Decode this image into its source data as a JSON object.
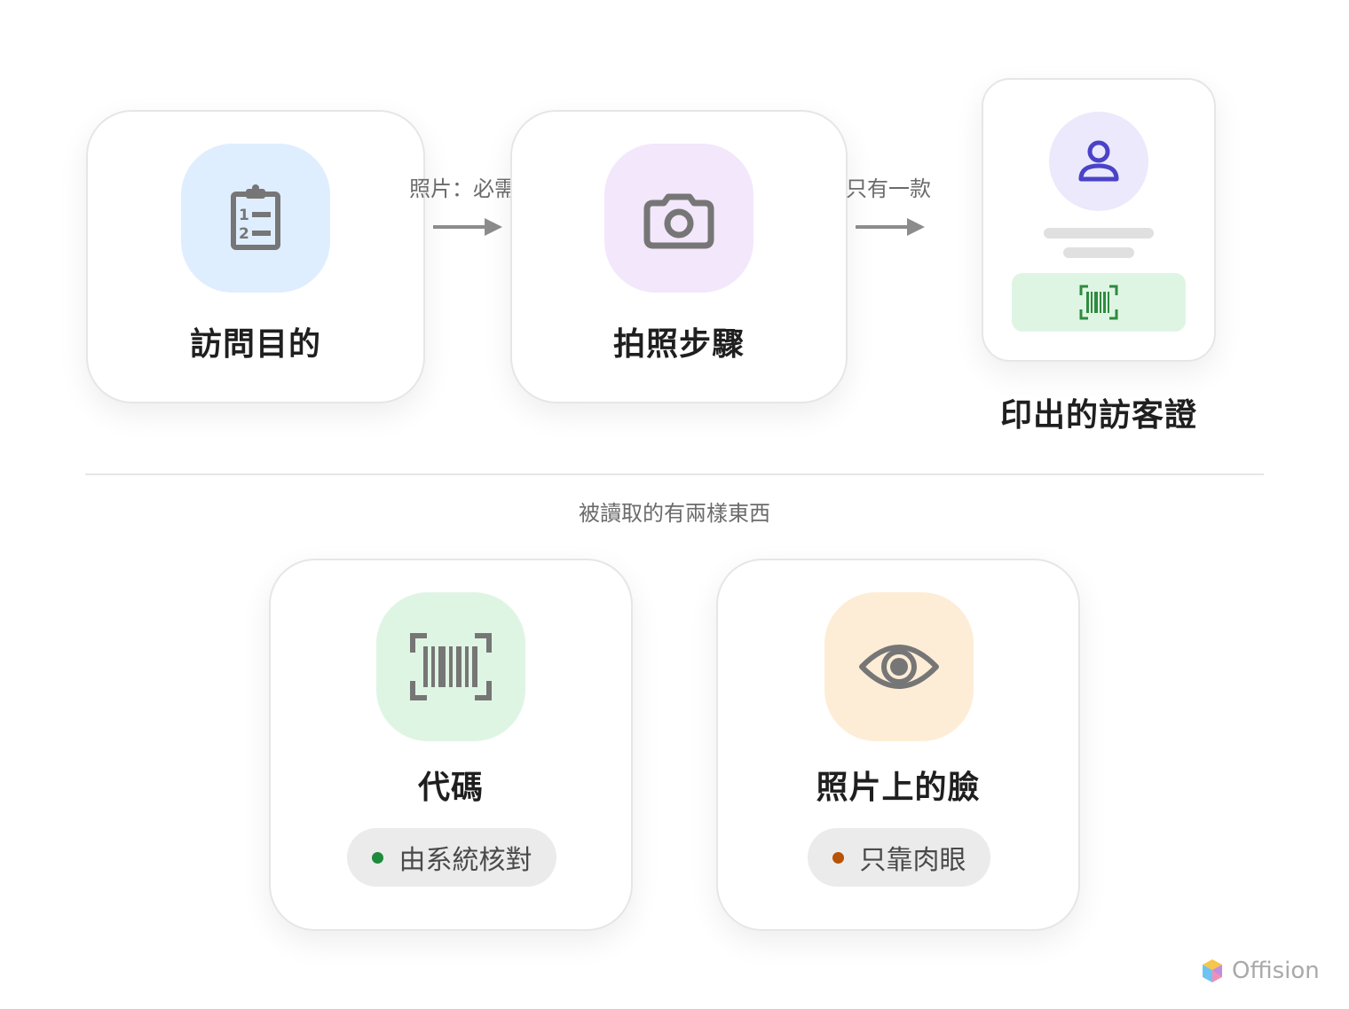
{
  "top_flow": {
    "step1": {
      "label": "訪問目的",
      "icon": "clipboard-list-icon",
      "tile_color": "#dfeefe"
    },
    "arrow1_label": "照片：必需",
    "step2": {
      "label": "拍照步驟",
      "icon": "camera-icon",
      "tile_color": "#f3e7fb"
    },
    "arrow2_label": "只有一款",
    "badge": {
      "label": "印出的訪客證",
      "avatar_icon": "person-icon",
      "avatar_color": "#ebe9fb",
      "barcode_icon": "barcode-scan-icon",
      "barcode_bg": "#dff5e4"
    }
  },
  "section_label": "被讀取的有兩樣東西",
  "bottom": {
    "code": {
      "label": "代碼",
      "icon": "barcode-scan-icon",
      "tile_color": "#dff5e4",
      "status": "由系統核對",
      "status_color": "#1e8a3c"
    },
    "face": {
      "label": "照片上的臉",
      "icon": "eye-icon",
      "tile_color": "#feedd6",
      "status": "只靠肉眼",
      "status_color": "#b85206"
    }
  },
  "brand": {
    "name": "Offision",
    "icon": "offision-logo-icon"
  }
}
